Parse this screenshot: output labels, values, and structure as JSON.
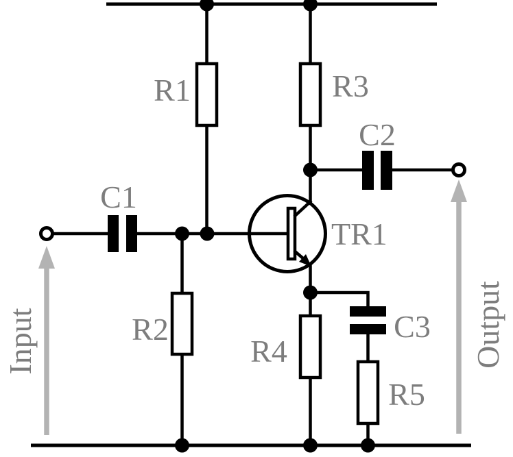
{
  "components": {
    "r1": {
      "label": "R1",
      "type": "resistor"
    },
    "r2": {
      "label": "R2",
      "type": "resistor"
    },
    "r3": {
      "label": "R3",
      "type": "resistor"
    },
    "r4": {
      "label": "R4",
      "type": "resistor"
    },
    "r5": {
      "label": "R5",
      "type": "resistor"
    },
    "c1": {
      "label": "C1",
      "type": "capacitor"
    },
    "c2": {
      "label": "C2",
      "type": "capacitor"
    },
    "c3": {
      "label": "C3",
      "type": "capacitor"
    },
    "tr1": {
      "label": "TR1",
      "type": "npn-transistor"
    }
  },
  "ports": {
    "input": {
      "label": "Input"
    },
    "output": {
      "label": "Output"
    }
  },
  "colors": {
    "wire": "#000000",
    "component_label": "#7d7d7d",
    "arrow": "#b3b3b3",
    "background": "#ffffff"
  }
}
